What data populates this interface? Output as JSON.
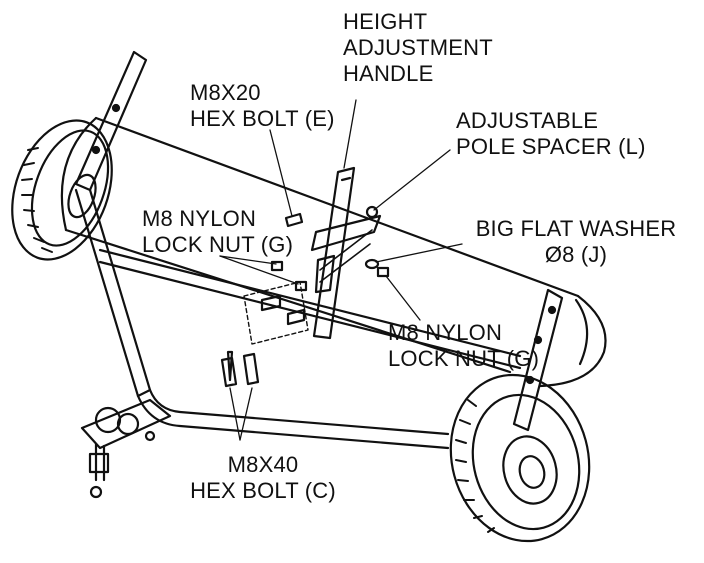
{
  "labels": {
    "height_handle": [
      "HEIGHT",
      "ADJUSTMENT",
      "HANDLE"
    ],
    "hex_bolt_e": [
      "M8X20",
      "HEX BOLT (E)"
    ],
    "pole_spacer": [
      "ADJUSTABLE",
      "POLE SPACER (L)"
    ],
    "lock_nut_left": [
      "M8 NYLON",
      "LOCK NUT (G)"
    ],
    "flat_washer": [
      "BIG FLAT WASHER",
      "Ø8 (J)"
    ],
    "lock_nut_right": [
      "M8 NYLON",
      "LOCK NUT (G)"
    ],
    "hex_bolt_c": [
      "M8X40",
      "HEX BOLT (C)"
    ]
  }
}
